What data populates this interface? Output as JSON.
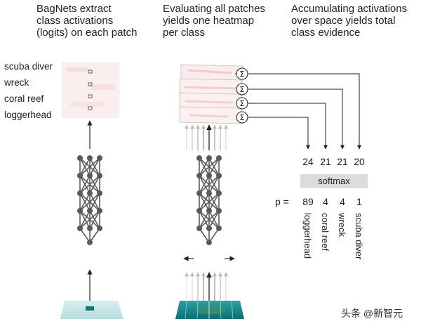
{
  "captions": {
    "col1": "BagNets extract\nclass activations\n(logits) on each patch",
    "col2": "Evaluating all patches\nyields one heatmap\nper class",
    "col3": "Accumulating activations\nover space yields total\nclass evidence"
  },
  "classes": [
    "scuba diver",
    "wreck",
    "coral reef",
    "loggerhead"
  ],
  "sum_symbol": "Σ",
  "logits": [
    "24",
    "21",
    "21",
    "20"
  ],
  "softmax_label": "softmax",
  "p_label": "p =",
  "probabilities": [
    "89",
    "4",
    "4",
    "1"
  ],
  "prob_classes": [
    "loggerhead",
    "coral reef",
    "wreck",
    "scuba diver"
  ],
  "watermark": "头条 @新智元",
  "colors": {
    "arrow": "#222222",
    "network": "#5a5a5a",
    "heatmap": "#f3d0d0",
    "water": "#1c8c8c"
  }
}
